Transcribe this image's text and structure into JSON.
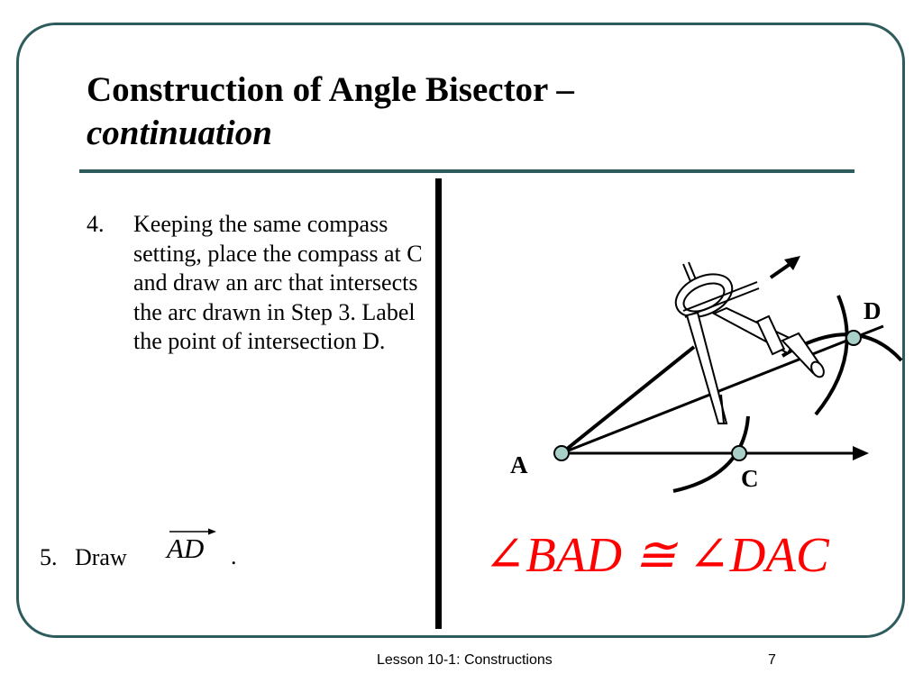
{
  "slide": {
    "title": "Construction of Angle Bisector –",
    "subtitle": "continuation",
    "step4": {
      "number": "4.",
      "text": "Keeping the same compass setting, place the compass at C and draw an arc that intersects the arc drawn in Step 3. Label the point of intersection D."
    },
    "step5": {
      "number": "5.",
      "text": "Draw",
      "ray_label": "AD",
      "period": "."
    },
    "figure": {
      "labels": {
        "a": "A",
        "c": "C",
        "d": "D"
      },
      "congruence": "∠BAD ≅ ∠DAC",
      "colors": {
        "congruence": "#ff0000",
        "points": "#a9cfc9",
        "frame": "#2e5b5b"
      },
      "icons": [
        "compass-icon",
        "arrow-icon"
      ]
    },
    "footer": {
      "lesson": "Lesson 10-1: Constructions",
      "page": "7"
    }
  }
}
